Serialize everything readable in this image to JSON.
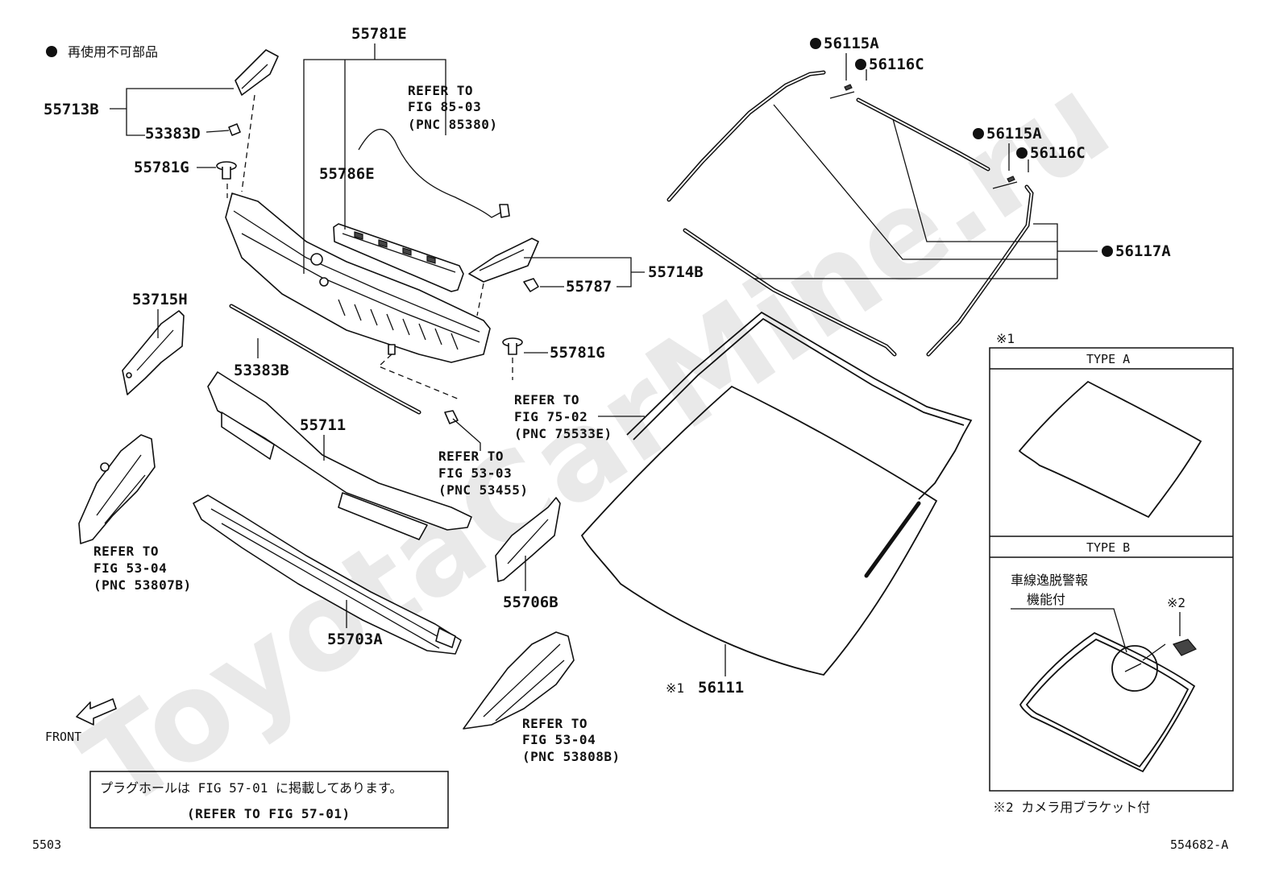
{
  "watermark": "ToyotaCarMine.ru",
  "legend": {
    "bullet_text": "再使用不可部品"
  },
  "labels": {
    "p55781E": "55781E",
    "p55713B": "55713B",
    "p53383D": "53383D",
    "p55781G_a": "55781G",
    "p55786E": "55786E",
    "p53715H": "53715H",
    "p53383B": "53383B",
    "p55711": "55711",
    "p55787": "55787",
    "p55714B": "55714B",
    "p55781G_b": "55781G",
    "p55706B": "55706B",
    "p55703A": "55703A",
    "p56115A_a": "56115A",
    "p56116C_a": "56116C",
    "p56115A_b": "56115A",
    "p56116C_b": "56116C",
    "p56117A": "56117A",
    "p56111": "56111",
    "p56111_mark": "※1"
  },
  "refs": {
    "r85_03": [
      "REFER TO",
      "FIG 85-03",
      "(PNC 85380)"
    ],
    "r75_02": [
      "REFER TO",
      "FIG 75-02",
      "(PNC 75533E)"
    ],
    "r53_03": [
      "REFER TO",
      "FIG 53-03",
      "(PNC 53455)"
    ],
    "r53_04a": [
      "REFER TO",
      "FIG 53-04",
      "(PNC 53807B)"
    ],
    "r53_04b": [
      "REFER TO",
      "FIG 53-04",
      "(PNC 53808B)"
    ]
  },
  "front_label": "FRONT",
  "type_box": {
    "mark": "※1",
    "type_a": "TYPE A",
    "type_b": "TYPE B",
    "lane_note_1": "車線逸脱警報",
    "lane_note_2": "機能付",
    "mark2": "※2"
  },
  "footnote2": "※2 カメラ用ブラケット付",
  "note_box": {
    "line1": "プラグホールは FIG 57-01 に掲載してあります。",
    "line2": "(REFER TO FIG 57-01)"
  },
  "page_code": "5503",
  "drawing_code": "554682-A"
}
